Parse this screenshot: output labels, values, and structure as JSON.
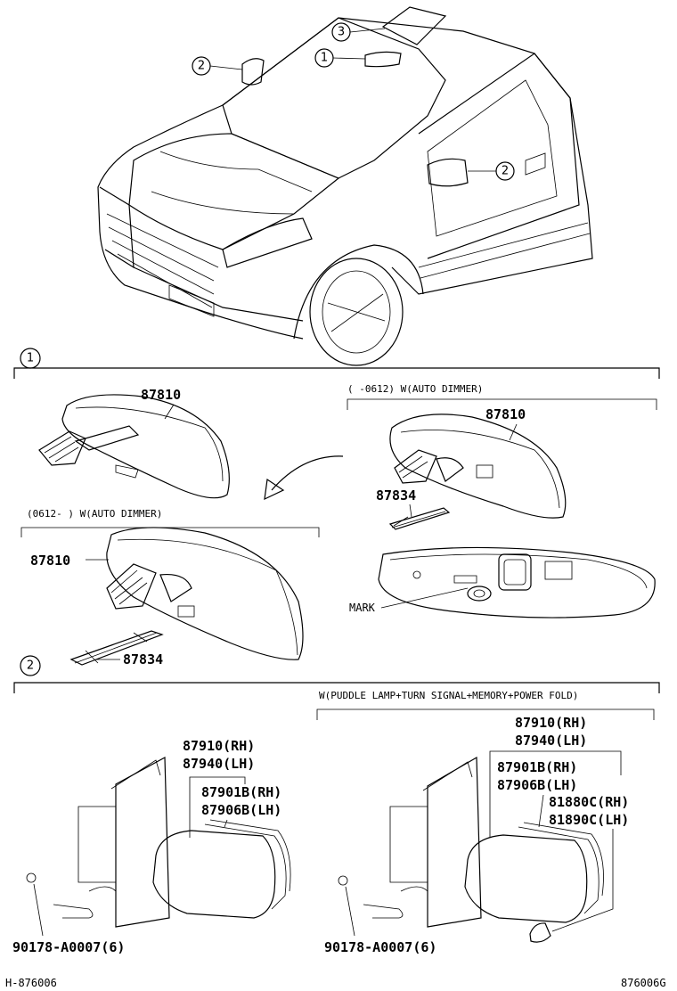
{
  "callouts": {
    "one": "1",
    "two": "2",
    "three": "3"
  },
  "section1": {
    "marker": "1",
    "left_part": "87810",
    "variant_a_note": "(      -0612)  W(AUTO DIMMER)",
    "variant_a_mirror": "87810",
    "variant_a_bracket": "87834",
    "variant_a_mark": "MARK",
    "variant_b_note": "(0612-      )  W(AUTO DIMMER)",
    "variant_b_mirror": "87810",
    "variant_b_bracket": "87834"
  },
  "section2": {
    "marker": "2",
    "left_mirror_rh": "87910(RH)",
    "left_mirror_lh": "87940(LH)",
    "left_glass_rh": "87901B(RH)",
    "left_glass_lh": "87906B(LH)",
    "left_screw": "90178-A0007(6)",
    "right_note": "W(PUDDLE LAMP+TURN SIGNAL+MEMORY+POWER FOLD)",
    "right_mirror_rh": "87910(RH)",
    "right_mirror_lh": "87940(LH)",
    "right_glass_rh": "87901B(RH)",
    "right_glass_lh": "87906B(LH)",
    "right_lamp_rh": "81880C(RH)",
    "right_lamp_lh": "81890C(LH)",
    "right_screw": "90178-A0007(6)"
  },
  "footer": {
    "left_code": "H-876006",
    "right_code": "876006G"
  }
}
